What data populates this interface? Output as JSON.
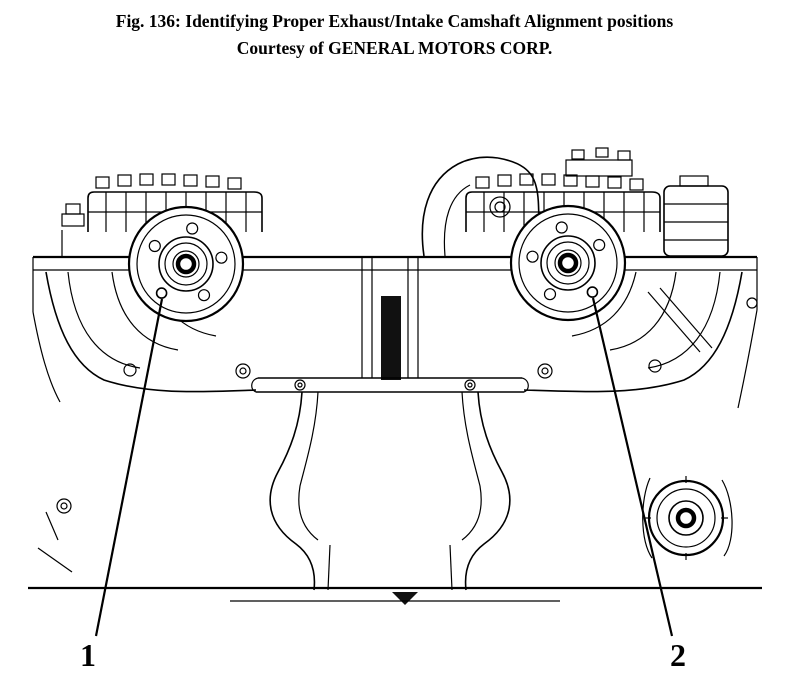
{
  "figure": {
    "title_line1": "Fig. 136: Identifying Proper Exhaust/Intake Camshaft Alignment positions",
    "title_line2": "Courtesy of GENERAL MOTORS CORP."
  },
  "callouts": {
    "left": {
      "label": "1",
      "target": "exhaust-camshaft-alignment-hole"
    },
    "right": {
      "label": "2",
      "target": "intake-camshaft-alignment-hole"
    }
  },
  "colors": {
    "line": "#000000",
    "background": "#ffffff"
  }
}
